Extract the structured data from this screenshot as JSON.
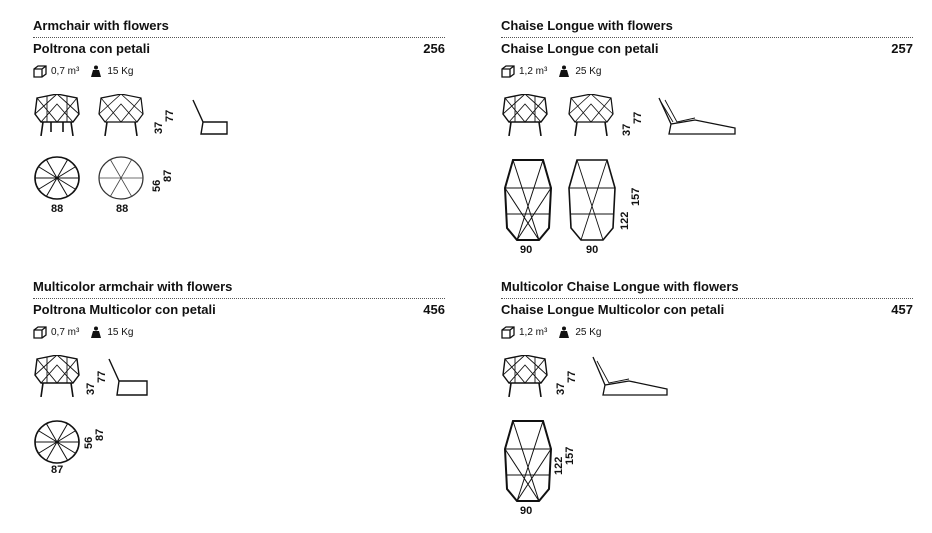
{
  "products": [
    {
      "title_en": "Armchair with flowers",
      "title_it": "Poltrona con petali",
      "code": "256",
      "volume": "0,7 m³",
      "weight": "15 Kg",
      "dims": {
        "height_seat": "37",
        "height": "77",
        "depth_seat": "56",
        "depth": "87",
        "width_a": "88",
        "width_b": "88"
      }
    },
    {
      "title_en": "Chaise Longue with flowers",
      "title_it": "Chaise Longue con petali",
      "code": "257",
      "volume": "1,2 m³",
      "weight": "25 Kg",
      "dims": {
        "height_seat": "37",
        "height": "77",
        "length_a": "122",
        "length_b": "157",
        "width_a": "90",
        "width_b": "90"
      }
    },
    {
      "title_en": "Multicolor armchair with flowers",
      "title_it": "Poltrona Multicolor con petali",
      "code": "456",
      "volume": "0,7 m³",
      "weight": "15 Kg",
      "dims": {
        "height_seat": "37",
        "height": "77",
        "depth_seat": "56",
        "depth": "87",
        "width": "87"
      }
    },
    {
      "title_en": "Multicolor Chaise Longue with flowers",
      "title_it": "Chaise Longue Multicolor con petali",
      "code": "457",
      "volume": "1,2 m³",
      "weight": "25 Kg",
      "dims": {
        "height_seat": "37",
        "height": "77",
        "length_a": "122",
        "length_b": "157",
        "width": "90"
      }
    }
  ]
}
